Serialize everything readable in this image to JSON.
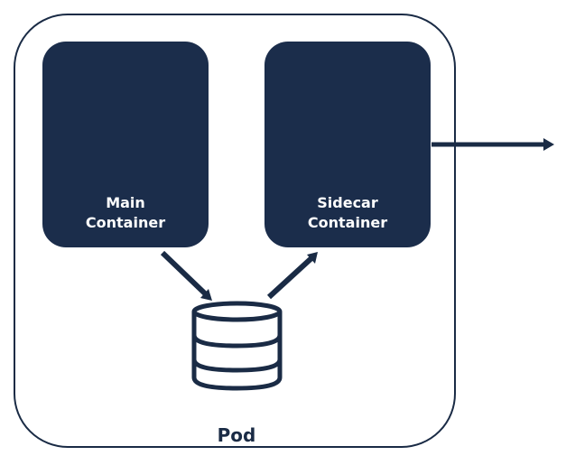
{
  "diagram": {
    "main_container_label": "Main\nContainer",
    "sidecar_container_label": "Sidecar\nContainer",
    "pod_label": "Pod"
  },
  "colors": {
    "container_fill": "#1b2d4b",
    "stroke": "#1a2b45",
    "label_text": "#ffffff"
  },
  "icons": {
    "storage": "database-icon",
    "flow": "arrow-icon"
  }
}
